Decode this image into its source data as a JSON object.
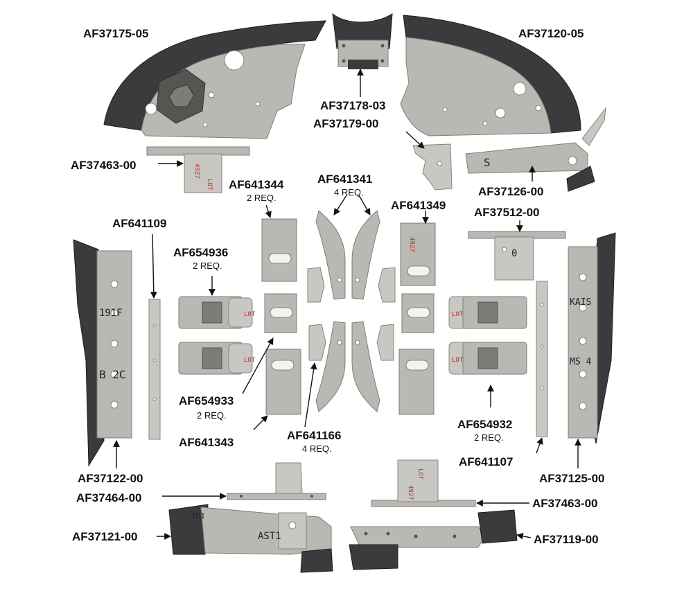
{
  "parts": [
    {
      "id": "p1",
      "part_number": "AF37175-05",
      "qty": ""
    },
    {
      "id": "p2",
      "part_number": "AF37120-05",
      "qty": ""
    },
    {
      "id": "p3",
      "part_number": "AF37178-03",
      "qty": ""
    },
    {
      "id": "p4",
      "part_number": "AF37179-00",
      "qty": ""
    },
    {
      "id": "p5",
      "part_number": "AF37463-00",
      "qty": ""
    },
    {
      "id": "p6",
      "part_number": "AF37126-00",
      "qty": ""
    },
    {
      "id": "p7",
      "part_number": "AF641344",
      "qty": "2 REQ."
    },
    {
      "id": "p8",
      "part_number": "AF641341",
      "qty": "4 REQ."
    },
    {
      "id": "p9",
      "part_number": "AF641349",
      "qty": ""
    },
    {
      "id": "p10",
      "part_number": "AF37512-00",
      "qty": ""
    },
    {
      "id": "p11",
      "part_number": "AF641109",
      "qty": ""
    },
    {
      "id": "p12",
      "part_number": "AF654936",
      "qty": "2 REQ."
    },
    {
      "id": "p13",
      "part_number": "AF654933",
      "qty": "2 REQ."
    },
    {
      "id": "p14",
      "part_number": "AF641343",
      "qty": ""
    },
    {
      "id": "p15",
      "part_number": "AF641166",
      "qty": "4 REQ."
    },
    {
      "id": "p16",
      "part_number": "AF654932",
      "qty": "2 REQ."
    },
    {
      "id": "p17",
      "part_number": "AF641107",
      "qty": ""
    },
    {
      "id": "p18",
      "part_number": "AF37122-00",
      "qty": ""
    },
    {
      "id": "p19",
      "part_number": "AF37125-00",
      "qty": ""
    },
    {
      "id": "p20",
      "part_number": "AF37464-00",
      "qty": ""
    },
    {
      "id": "p21",
      "part_number": "AF37463-00",
      "qty": ""
    },
    {
      "id": "p22",
      "part_number": "AF37121-00",
      "qty": ""
    },
    {
      "id": "p23",
      "part_number": "AF37119-00",
      "qty": ""
    }
  ],
  "part_markings": {
    "left_strip_1": "191F",
    "left_strip_2": "B 2C",
    "right_strip_1": "KAIS",
    "right_strip_2": "MS 4",
    "bottom_left": "AST1",
    "bottom_left_2": "1R1",
    "bracket_scrawl": "S"
  },
  "colors": {
    "metal": "#b9b8b3",
    "rubber": "#3a3b3d",
    "label": "#111111"
  }
}
